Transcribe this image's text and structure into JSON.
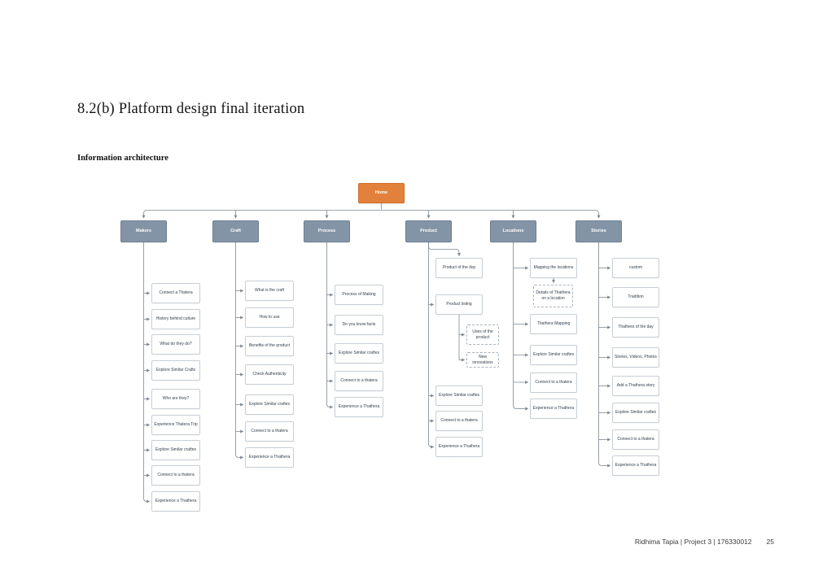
{
  "page": {
    "title": "8.2(b) Platform design final iteration",
    "subtitle": "Information architecture",
    "footer": {
      "credit": "Ridhima Tapia | Project 3 | 176330012",
      "page_number": "25"
    }
  },
  "colors": {
    "home_fill": "#E2813B",
    "category_fill": "#8394A6",
    "child_border": "#C7CED6",
    "connector": "#7E8893"
  },
  "diagram": {
    "root": {
      "label": "Home"
    },
    "categories": [
      {
        "label": "Makers",
        "children": [
          {
            "label": "Connect a Thatera"
          },
          {
            "label": "History behind culture"
          },
          {
            "label": "What do they do?"
          },
          {
            "label": "Explore Similar Crafts"
          },
          {
            "label": "Who are they?"
          },
          {
            "label": "Experience Thatera Trip"
          },
          {
            "label": "Explore Similar craftes"
          },
          {
            "label": "Connect to a thatera"
          },
          {
            "label": "Experience a Thathera"
          }
        ]
      },
      {
        "label": "Craft",
        "children": [
          {
            "label": "What is the craft"
          },
          {
            "label": "How to use"
          },
          {
            "label": "Benefits of the product"
          },
          {
            "label": "Check Authenticity"
          },
          {
            "label": "Explore Similar craftes"
          },
          {
            "label": "Connect to a thatera"
          },
          {
            "label": "Experience a Thathera"
          }
        ]
      },
      {
        "label": "Process",
        "children": [
          {
            "label": "Process of Making"
          },
          {
            "label": "Do you know facts"
          },
          {
            "label": "Explore Similar craftes"
          },
          {
            "label": "Connect to a thatera"
          },
          {
            "label": "Experience a Thathera"
          }
        ]
      },
      {
        "label": "Product",
        "children": [
          {
            "label": "Product of the day"
          },
          {
            "label": "Product listing"
          },
          {
            "label": "Uses of the product",
            "dashed": true
          },
          {
            "label": "New innovations",
            "dashed": true
          },
          {
            "label": "Explore Similar craftes"
          },
          {
            "label": "Connect to a thatera"
          },
          {
            "label": "Experience a Thathera"
          }
        ]
      },
      {
        "label": "Locations",
        "children": [
          {
            "label": "Mapping the locations"
          },
          {
            "label": "Details of Thathera on a location",
            "dashed": true
          },
          {
            "label": "Thathera Mapping"
          },
          {
            "label": "Explore Similar craftes"
          },
          {
            "label": "Connect to a thatera"
          },
          {
            "label": "Experience a Thathera"
          }
        ]
      },
      {
        "label": "Stories",
        "children": [
          {
            "label": "custom"
          },
          {
            "label": "Tradition"
          },
          {
            "label": "Thathera of the day"
          },
          {
            "label": "Stories, Videos, Photos"
          },
          {
            "label": "Add a Thathera story"
          },
          {
            "label": "Explore Similar craftes"
          },
          {
            "label": "Connect to a thatera"
          },
          {
            "label": "Experience a Thathera"
          }
        ]
      }
    ]
  }
}
